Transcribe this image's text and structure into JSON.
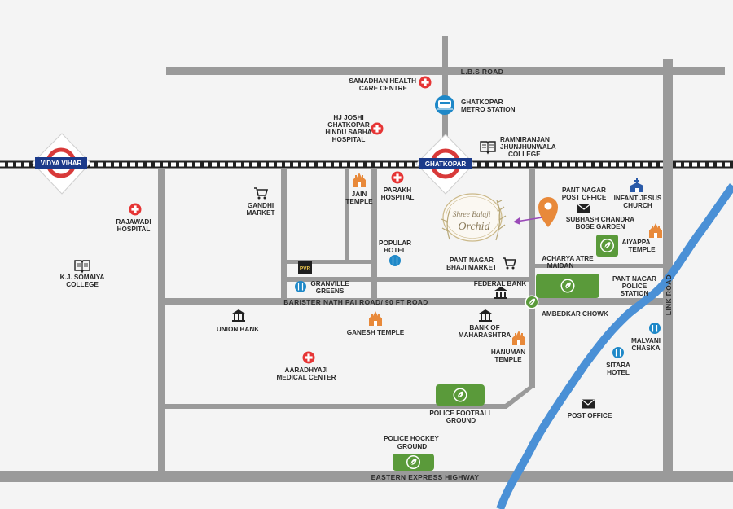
{
  "roads": {
    "lbs": "L.B.S ROAD",
    "barister": "BARISTER NATH PAI ROAD/ 90 FT ROAD",
    "link": "LINK ROAD",
    "eastern": "EASTERN EXPRESS HIGHWAY"
  },
  "stations": {
    "vidya_vihar": "VIDYA VIHAR",
    "ghatkopar": "GHATKOPAR"
  },
  "metro": [
    "GHATKOPAR",
    "METRO STATION"
  ],
  "hospitals": {
    "samadhan": [
      "SAMADHAN HEALTH",
      "CARE CENTRE"
    ],
    "hj_joshi": [
      "HJ JOSHI",
      "GHATKOPAR",
      "HINDU SABHA",
      "HOSPITAL"
    ],
    "parakh": [
      "PARAKH",
      "HOSPITAL"
    ],
    "rajawadi": [
      "RAJAWADI",
      "HOSPITAL"
    ],
    "aaradhyaji": [
      "AARADHYAJI",
      "MEDICAL CENTER"
    ]
  },
  "colleges": {
    "ramniranjan": [
      "RAMNIRANJAN",
      "JHUNJHUNWALA",
      "COLLEGE"
    ],
    "somaiya": [
      "K.J. SOMAIYA",
      "COLLEGE"
    ]
  },
  "temples": {
    "jain": [
      "JAIN",
      "TEMPLE"
    ],
    "ganesh": [
      "GANESH TEMPLE"
    ],
    "hanuman": [
      "HANUMAN",
      "TEMPLE"
    ],
    "aiyappa": [
      "AIYAPPA",
      "TEMPLE"
    ]
  },
  "markets": {
    "gandhi": [
      "GANDHI",
      "MARKET"
    ],
    "pant_nagar_bhaji": [
      "PANT NAGAR",
      "BHAJI MARKET"
    ]
  },
  "restaurants": {
    "popular": [
      "POPULAR",
      "HOTEL"
    ],
    "granville": [
      "GRANVILLE",
      "GREENS"
    ],
    "malvani": [
      "MALVANI",
      "CHASKA"
    ],
    "sitara": [
      "SITARA",
      "HOTEL"
    ]
  },
  "cinema": {
    "pvr": "PVR"
  },
  "banks": {
    "federal": [
      "FEDERAL BANK"
    ],
    "union": [
      "UNION BANK"
    ],
    "maharashtra": [
      "BANK OF",
      "MAHARASHTRA"
    ]
  },
  "post": {
    "pant_nagar": [
      "PANT NAGAR",
      "POST OFFICE"
    ],
    "post_office": [
      "POST OFFICE"
    ]
  },
  "church": [
    "INFANT JESUS",
    "CHURCH"
  ],
  "gardens": {
    "subhash": [
      "SUBHASH CHANDRA",
      "BOSE GARDEN"
    ],
    "acharya": [
      "ACHARYA ATRE",
      "MAIDAN"
    ],
    "police_football": [
      "POLICE FOOTBALL",
      "GROUND"
    ],
    "police_hockey": [
      "POLICE HOCKEY",
      "GROUND"
    ]
  },
  "police": [
    "PANT NAGAR",
    "POLICE",
    "STATION"
  ],
  "chowk": [
    "AMBEDKAR CHOWK"
  ],
  "project": {
    "name_line1": "Shree Balaji",
    "name_line2": "Orchid"
  },
  "colors": {
    "road": "#9a9a9a",
    "river": "#4a90d6",
    "hospital": "#e63535",
    "temple": "#e8893a",
    "garden": "#5a9a3a",
    "metro": "#1e88c8",
    "station_ring": "#d83a3a",
    "station_bar": "#1b3a8a",
    "pin": "#e8893a",
    "church": "#2a5aa8"
  },
  "icons": [
    "hospital-icon",
    "metro-icon",
    "book-icon",
    "temple-icon",
    "cart-icon",
    "restaurant-icon",
    "bank-icon",
    "mail-icon",
    "church-icon",
    "garden-icon",
    "location-pin-icon",
    "cinema-icon",
    "railway-station-icon"
  ]
}
